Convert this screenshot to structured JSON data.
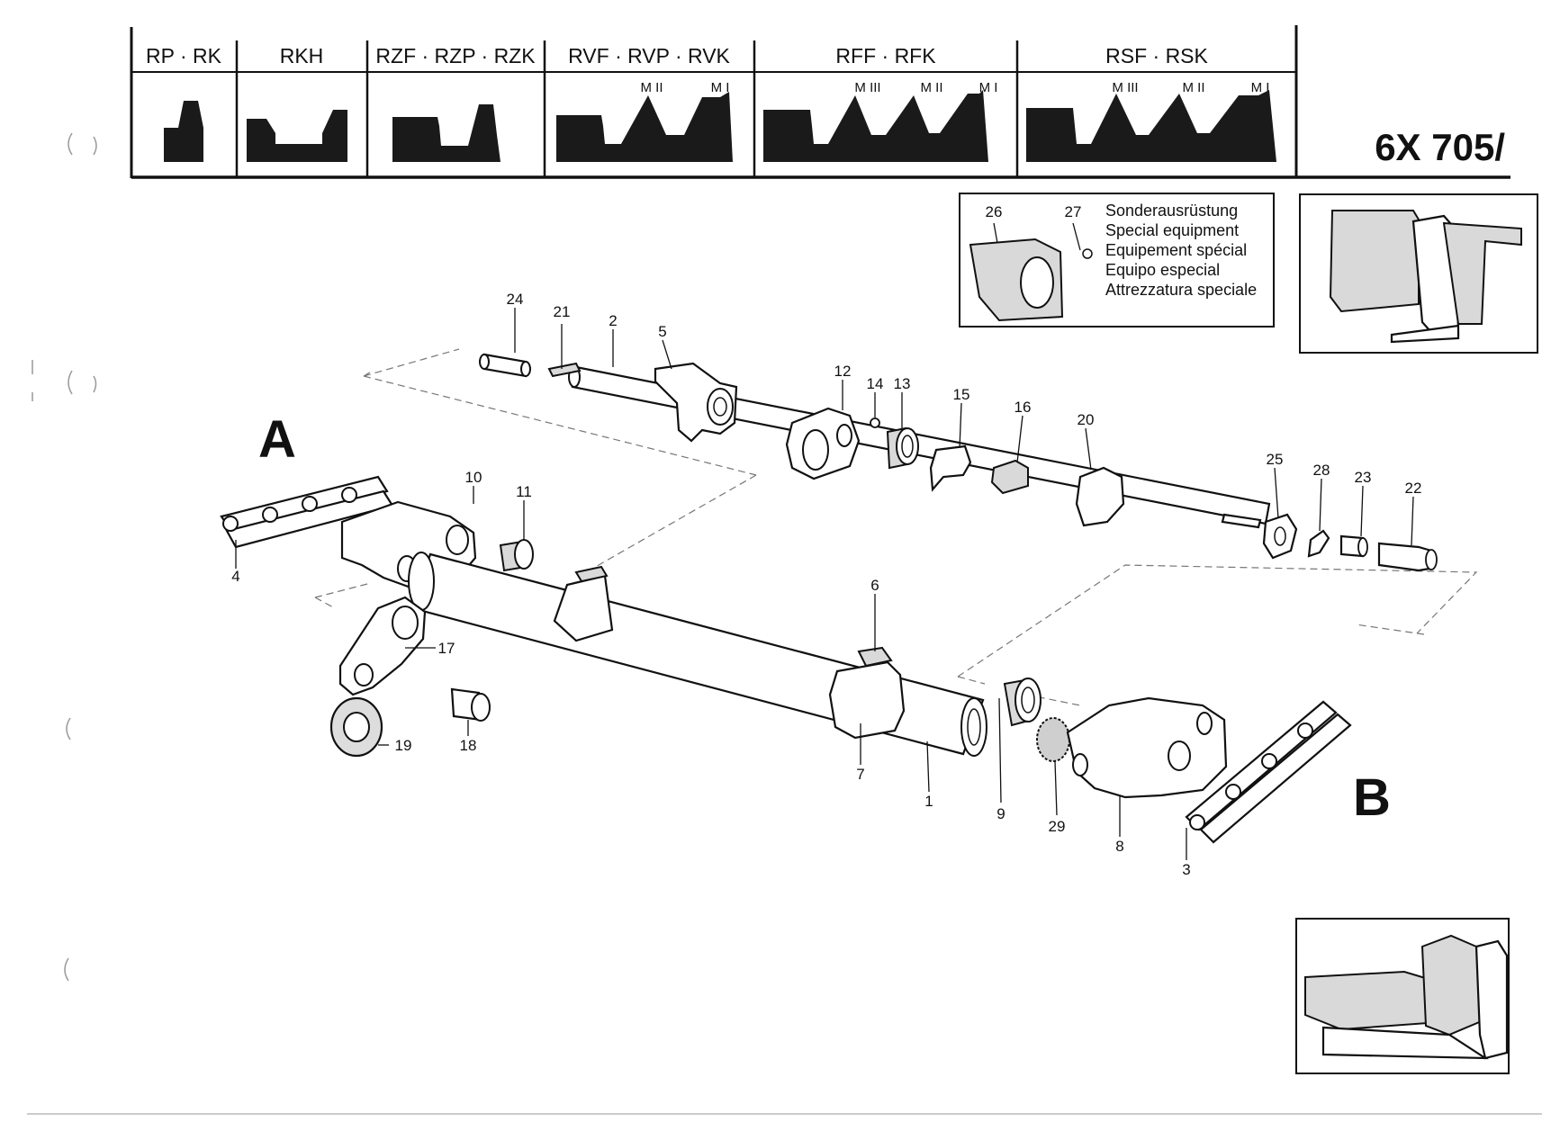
{
  "header": {
    "columns": [
      {
        "label": "RP · RK",
        "modes": []
      },
      {
        "label": "RKH",
        "modes": []
      },
      {
        "label": "RZF · RZP · RZK",
        "modes": []
      },
      {
        "label": "RVF · RVP · RVK",
        "modes": [
          "M II",
          "M I"
        ]
      },
      {
        "label": "RFF · RFK",
        "modes": [
          "M III",
          "M II",
          "M I"
        ]
      },
      {
        "label": "RSF · RSK",
        "modes": [
          "M III",
          "M II",
          "M I"
        ]
      }
    ],
    "code": "6X 705/"
  },
  "special_equipment": {
    "numbers": [
      "26",
      "27"
    ],
    "labels": [
      "Sonderausrüstung",
      "Special equipment",
      "Equipement spécial",
      "Equipo especial",
      "Attrezzatura speciale"
    ]
  },
  "section_labels": {
    "a": "A",
    "b": "B"
  },
  "callouts": {
    "c24": "24",
    "c21": "21",
    "c2": "2",
    "c5": "5",
    "c12": "12",
    "c14": "14",
    "c13": "13",
    "c15": "15",
    "c16": "16",
    "c20": "20",
    "c25": "25",
    "c28": "28",
    "c23": "23",
    "c22": "22",
    "c10": "10",
    "c11": "11",
    "c4": "4",
    "c6": "6",
    "c17": "17",
    "c19": "19",
    "c18": "18",
    "c7": "7",
    "c1": "1",
    "c9": "9",
    "c29": "29",
    "c8": "8",
    "c3": "3"
  }
}
